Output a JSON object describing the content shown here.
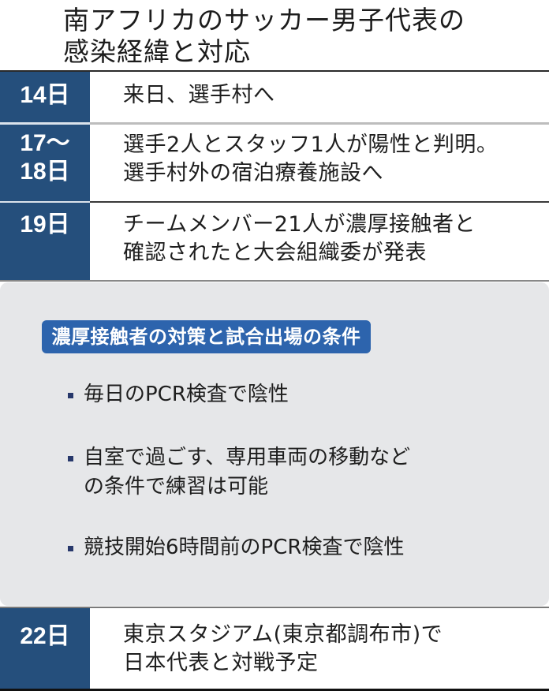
{
  "title": {
    "line1": "南アフリカのサッカー男子代表の",
    "line2": "感染経緯と対応"
  },
  "timeline": [
    {
      "date": "14日",
      "lines": [
        "来日、選手村へ"
      ]
    },
    {
      "date_line1": "17〜",
      "date_line2": "18日",
      "lines": [
        "選手2人とスタッフ1人が陽性と判明。",
        "選手村外の宿泊療養施設へ"
      ]
    },
    {
      "date": "19日",
      "lines": [
        "チームメンバー21人が濃厚接触者と",
        "確認されたと大会組織委が発表"
      ]
    },
    {
      "date": "22日",
      "lines": [
        "東京スタジアム(東京都調布市)で",
        "日本代表と対戦予定"
      ]
    }
  ],
  "conditions": {
    "heading": "濃厚接触者の対策と試合出場の条件",
    "items": [
      {
        "lines": [
          "毎日のPCR検査で陰性"
        ]
      },
      {
        "lines": [
          "自室で過ごす、専用車両の移動など",
          "の条件で練習は可能"
        ]
      },
      {
        "lines": [
          "競技開始6時間前のPCR検査で陰性"
        ]
      }
    ]
  },
  "colors": {
    "date_cell": "#254f7c",
    "badge": "#2d64ad",
    "panel": "#e6e7e9",
    "bullet": "#27386b"
  }
}
